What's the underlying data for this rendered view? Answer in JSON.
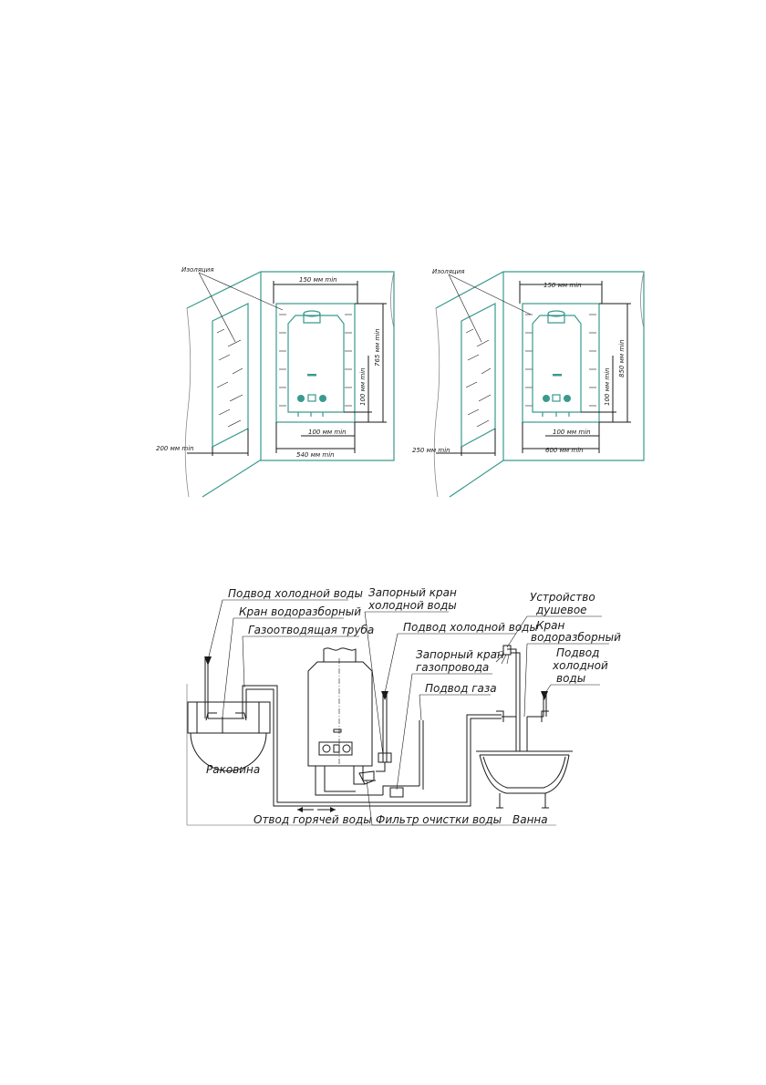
{
  "top": {
    "left": {
      "isolation": "Изоляция",
      "top_dim": "150 мм min",
      "height_dim": "765 мм min",
      "side_dim": "100 мм min",
      "bottom_dim_1": "100 мм min",
      "bottom_dim_2": "540 мм min",
      "wall_dim": "200 мм min"
    },
    "right": {
      "isolation": "Изоляция",
      "top_dim": "150 мм min",
      "height_dim": "850 мм min",
      "side_dim": "100 мм min",
      "bottom_dim_1": "100 мм min",
      "bottom_dim_2": "600 мм min",
      "wall_dim": "250 мм min"
    }
  },
  "bottom": {
    "cold_water_supply_left": "Подвод холодной воды",
    "mixer_tap_left": "Кран водоразборный",
    "flue_pipe": "Газоотводящая труба",
    "shutoff_cold_line1": "Запорный кран",
    "shutoff_cold_line2": "холодной воды",
    "cold_water_supply_mid": "Подвод холодной воды",
    "shutoff_gas_line1": "Запорный кран",
    "shutoff_gas_line2": "газопровода",
    "gas_supply": "Подвод газа",
    "shower_line1": "Устройство",
    "shower_line2": "душевое",
    "mixer_tap_right_line1": "Кран",
    "mixer_tap_right_line2": "водоразборный",
    "cold_water_right_line1": "Подвод",
    "cold_water_right_line2": "холодной",
    "cold_water_right_line3": "воды",
    "sink": "Раковина",
    "hot_water_outlet": "Отвод горячей воды",
    "water_filter": "Фильтр очистки воды",
    "bathtub": "Ванна"
  }
}
